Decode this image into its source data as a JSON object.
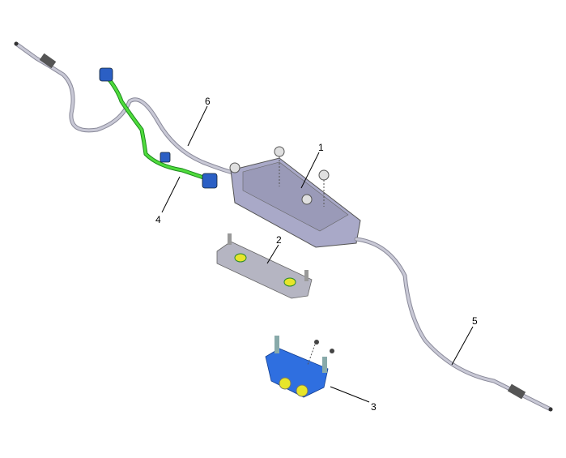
{
  "diagram": {
    "callouts": [
      {
        "id": "1",
        "label": "1"
      },
      {
        "id": "2",
        "label": "2"
      },
      {
        "id": "3",
        "label": "3"
      },
      {
        "id": "4",
        "label": "4"
      },
      {
        "id": "5",
        "label": "5"
      },
      {
        "id": "6",
        "label": "6"
      }
    ],
    "colors": {
      "actuator": "#a9a9c8",
      "harness": "#3fcf2f",
      "connector": "#2b5fc4",
      "bracket_lower": "#2f6fe0",
      "bracket_upper": "#a9a9b8",
      "grommet": "#e7e52a",
      "cable": "#b8b8c8"
    }
  }
}
